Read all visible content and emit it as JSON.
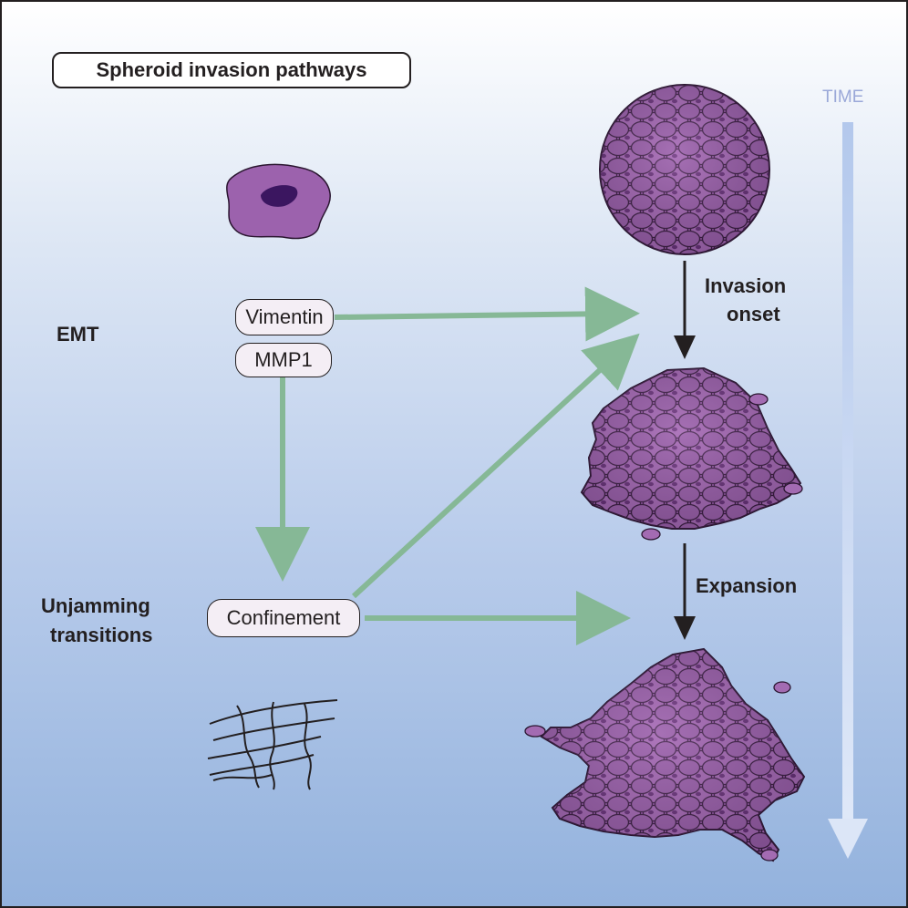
{
  "title": "Spheroid invasion pathways",
  "time_label": "TIME",
  "categories": {
    "emt": "EMT",
    "unjamming_line1": "Unjamming",
    "unjamming_line2": "transitions"
  },
  "factors": {
    "vimentin": "Vimentin",
    "mmp1": "MMP1",
    "confinement": "Confinement"
  },
  "stages": {
    "invasion_line1": "Invasion",
    "invasion_line2": "onset",
    "expansion": "Expansion"
  },
  "colors": {
    "green_arrow": "#86b896",
    "cell_fill": "#9a5ea8",
    "cell_dark": "#5c2c6d",
    "time_arrow": "#b9cdee",
    "outline": "#231f20"
  }
}
